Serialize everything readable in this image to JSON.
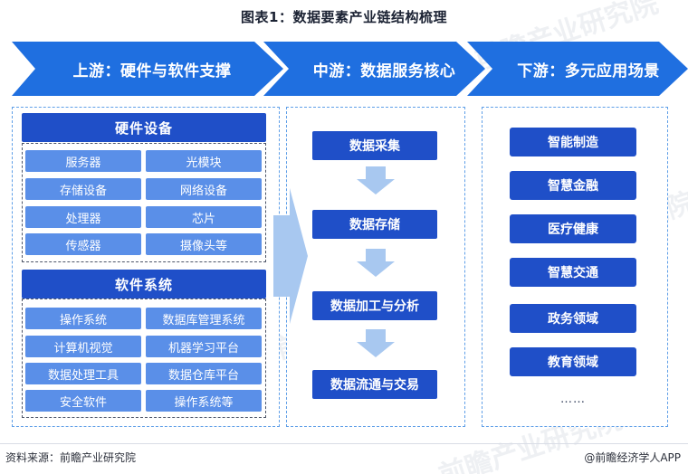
{
  "title": "图表1：数据要素产业链结构梳理",
  "stages": [
    {
      "label": "上游：硬件与软件支撑"
    },
    {
      "label": "中游：数据服务核心"
    },
    {
      "label": "下游：多元应用场景"
    }
  ],
  "upstream": {
    "hardware": {
      "header": "硬件设备",
      "items": [
        "服务器",
        "光模块",
        "存储设备",
        "网络设备",
        "处理器",
        "芯片",
        "传感器",
        "摄像头等"
      ]
    },
    "software": {
      "header": "软件系统",
      "items": [
        "操作系统",
        "数据库管理系统",
        "计算机视觉",
        "机器学习平台",
        "数据处理工具",
        "数据仓库平台",
        "安全软件",
        "操作系统等"
      ]
    }
  },
  "midstream": {
    "steps": [
      "数据采集",
      "数据存储",
      "数据加工与分析",
      "数据流通与交易"
    ]
  },
  "downstream": {
    "items": [
      "智能制造",
      "智慧金融",
      "医疗健康",
      "智慧交通",
      "政务领域",
      "教育领域"
    ],
    "more": "……"
  },
  "footer": {
    "source": "资料来源：前瞻产业研究院",
    "credit": "@前瞻经济学人APP"
  },
  "watermark": "前瞻产业研究院",
  "colors": {
    "chevron": "#1f6fe0",
    "header_box": "#1f4fc8",
    "cell": "#5a8fe8",
    "arrow": "#a8c8f0",
    "dashed_border": "#5f9fe8"
  }
}
